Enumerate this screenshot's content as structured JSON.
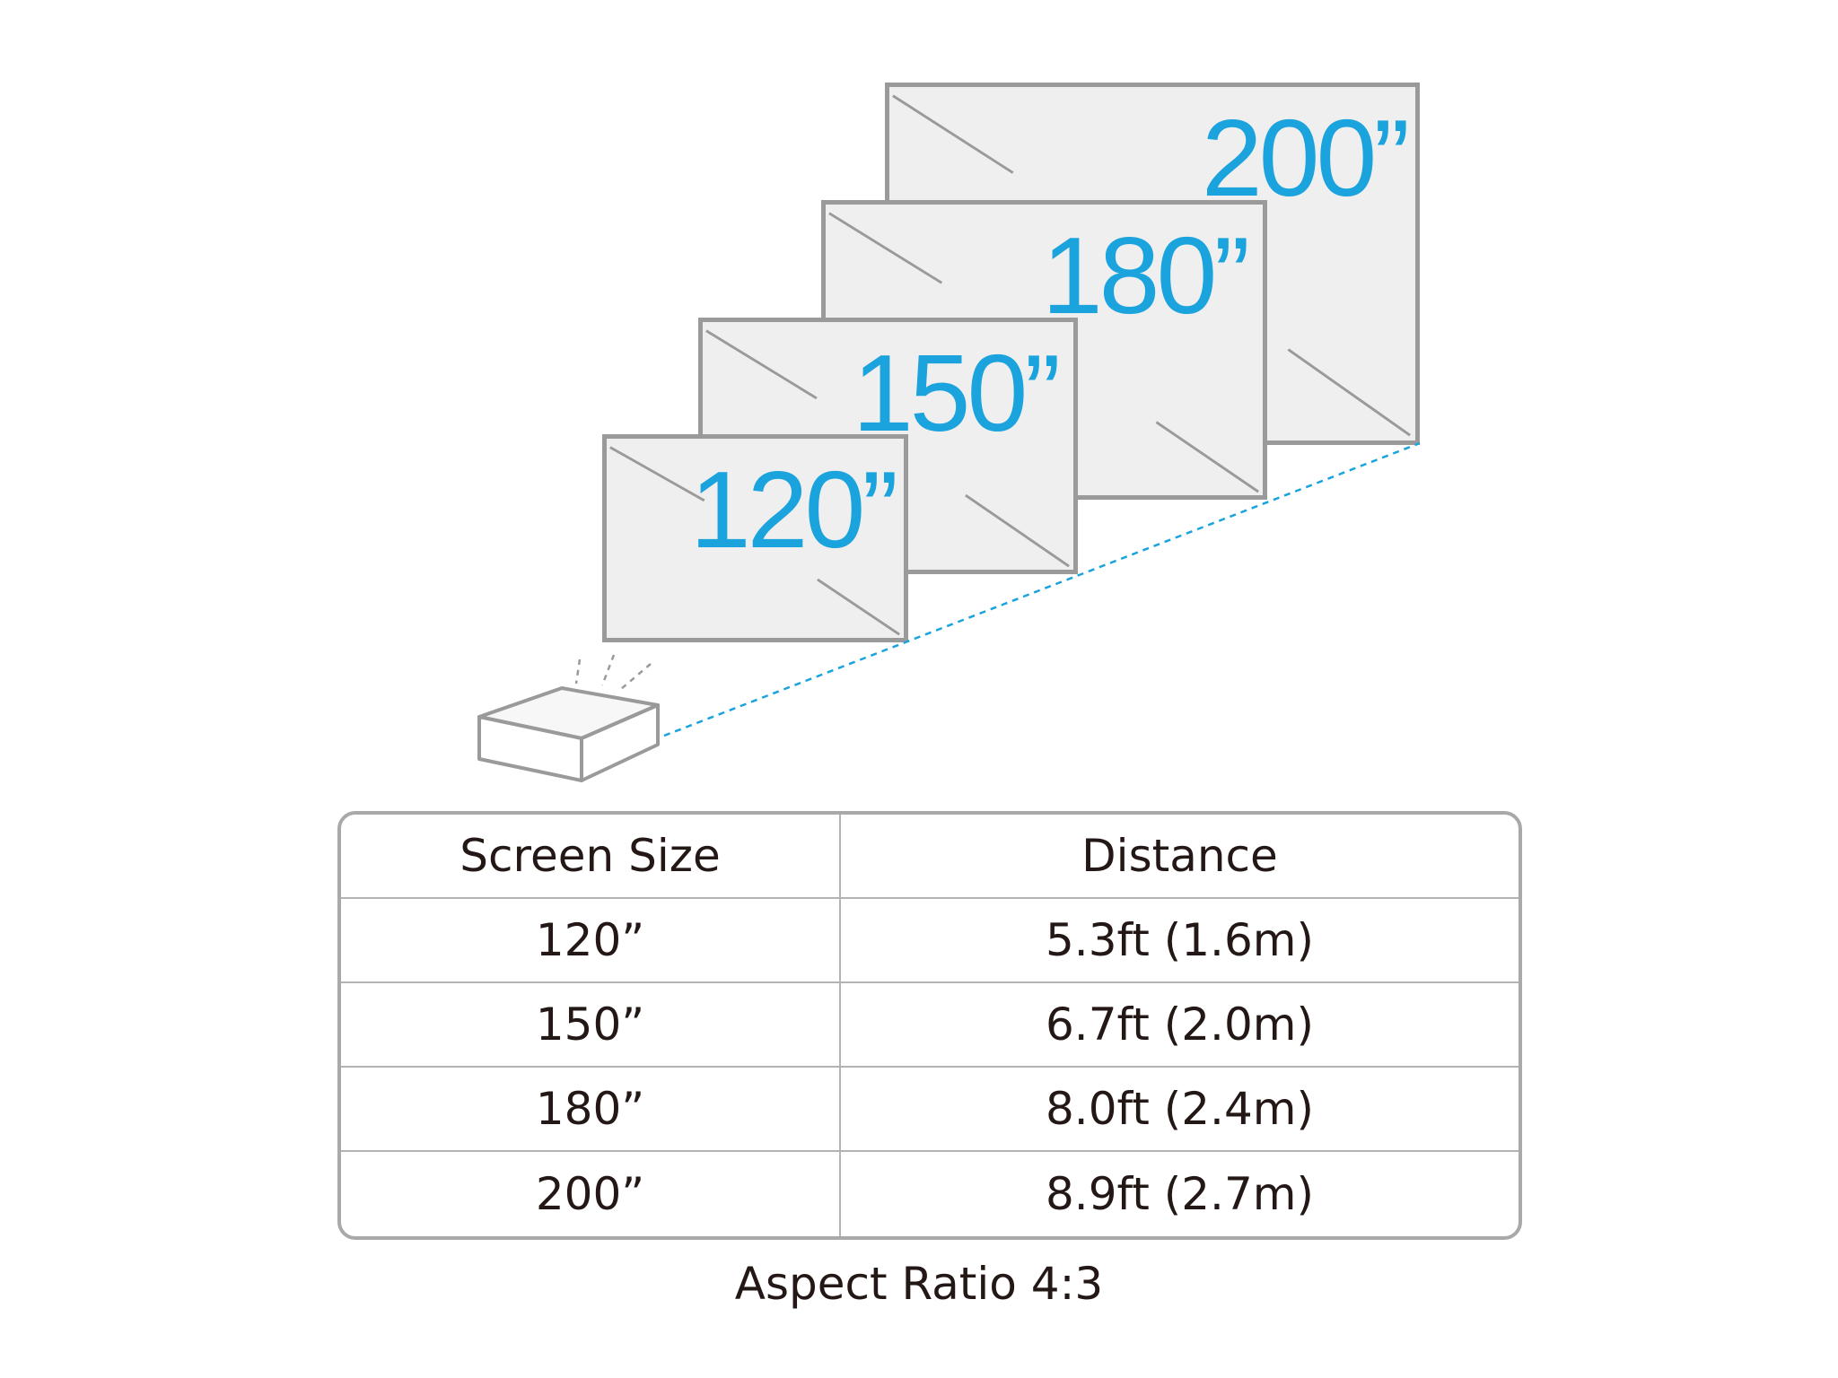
{
  "colors": {
    "accent": "#1aa3dc",
    "screen_fill": "#efefef",
    "screen_border": "#9a9a9a",
    "text": "#231816",
    "table_border": "#a9a9a9"
  },
  "diagram": {
    "screens": [
      {
        "id": "200",
        "label": "200”"
      },
      {
        "id": "180",
        "label": "180”"
      },
      {
        "id": "150",
        "label": "150”"
      },
      {
        "id": "120",
        "label": "120”"
      }
    ],
    "projector_icon": "projector-icon"
  },
  "table": {
    "headers": [
      "Screen Size",
      "Distance"
    ],
    "rows": [
      [
        "120”",
        "5.3ft (1.6m)"
      ],
      [
        "150”",
        "6.7ft (2.0m)"
      ],
      [
        "180”",
        "8.0ft (2.4m)"
      ],
      [
        "200”",
        "8.9ft (2.7m)"
      ]
    ]
  },
  "caption": "Aspect Ratio 4:3"
}
